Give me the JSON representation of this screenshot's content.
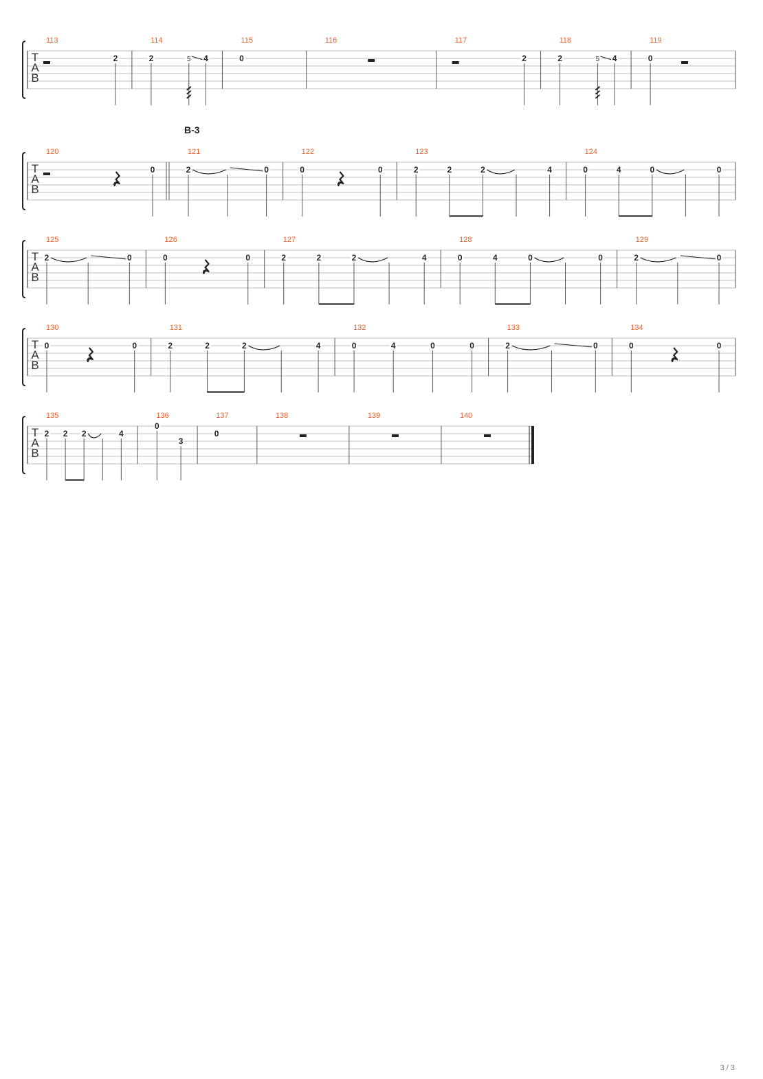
{
  "colors": {
    "measure_number": "#e8612c",
    "staff_line": "#bdbdbd",
    "ink": "#222222",
    "beam": "#666666"
  },
  "clef_letters": [
    "T",
    "A",
    "B"
  ],
  "page_number": "3 / 3",
  "systems": [
    {
      "measures": [
        {
          "number": "113",
          "events": [
            {
              "type": "rest",
              "kind": "half"
            },
            {
              "type": "note",
              "string": 1,
              "fret": "2"
            }
          ]
        },
        {
          "number": "114",
          "events": [
            {
              "type": "note",
              "string": 1,
              "fret": "2"
            },
            {
              "type": "note",
              "string": 1,
              "fret": "5",
              "grace": true,
              "slide_to_next": true,
              "tremolo": true
            },
            {
              "type": "note",
              "string": 1,
              "fret": "4"
            }
          ]
        },
        {
          "number": "115",
          "events": [
            {
              "type": "note",
              "string": 1,
              "fret": "0",
              "nostem": true
            }
          ]
        },
        {
          "number": "116",
          "events": [
            {
              "type": "rest",
              "kind": "whole"
            }
          ]
        },
        {
          "number": "117",
          "events": [
            {
              "type": "rest",
              "kind": "half"
            },
            {
              "type": "note",
              "string": 1,
              "fret": "2"
            }
          ]
        },
        {
          "number": "118",
          "events": [
            {
              "type": "note",
              "string": 1,
              "fret": "2"
            },
            {
              "type": "note",
              "string": 1,
              "fret": "5",
              "grace": true,
              "slide_to_next": true,
              "tremolo": true
            },
            {
              "type": "note",
              "string": 1,
              "fret": "4"
            }
          ]
        },
        {
          "number": "119",
          "events": [
            {
              "type": "note",
              "string": 1,
              "fret": "0"
            },
            {
              "type": "rest",
              "kind": "half"
            }
          ]
        }
      ]
    },
    {
      "section_label": "B-3",
      "measures": [
        {
          "number": "120",
          "end_barline": "double",
          "events": [
            {
              "type": "rest",
              "kind": "half"
            },
            {
              "type": "rest",
              "kind": "quarter"
            },
            {
              "type": "note",
              "string": 1,
              "fret": "0"
            }
          ]
        },
        {
          "number": "121",
          "events": [
            {
              "type": "note",
              "string": 1,
              "fret": "2",
              "tie_to_next": true
            },
            {
              "type": "note",
              "string": 1,
              "fret": "",
              "slide_to_next": true
            },
            {
              "type": "note",
              "string": 1,
              "fret": "0"
            }
          ]
        },
        {
          "number": "122",
          "events": [
            {
              "type": "note",
              "string": 1,
              "fret": "0"
            },
            {
              "type": "rest",
              "kind": "quarter"
            },
            {
              "type": "note",
              "string": 1,
              "fret": "0"
            }
          ]
        },
        {
          "number": "123",
          "events": [
            {
              "type": "note",
              "string": 1,
              "fret": "2"
            },
            {
              "type": "note",
              "string": 1,
              "fret": "2",
              "beam_start": true
            },
            {
              "type": "note",
              "string": 1,
              "fret": "2",
              "beam_end": true,
              "tie_to_next": true
            },
            {
              "type": "note",
              "string": 1,
              "fret": ""
            },
            {
              "type": "note",
              "string": 1,
              "fret": "4"
            }
          ]
        },
        {
          "number": "124",
          "events": [
            {
              "type": "note",
              "string": 1,
              "fret": "0"
            },
            {
              "type": "note",
              "string": 1,
              "fret": "4",
              "beam_start": true
            },
            {
              "type": "note",
              "string": 1,
              "fret": "0",
              "beam_end": true,
              "tie_to_next": true
            },
            {
              "type": "note",
              "string": 1,
              "fret": ""
            },
            {
              "type": "note",
              "string": 1,
              "fret": "0"
            }
          ]
        }
      ]
    },
    {
      "measures": [
        {
          "number": "125",
          "events": [
            {
              "type": "note",
              "string": 1,
              "fret": "2",
              "tie_to_next": true
            },
            {
              "type": "note",
              "string": 1,
              "fret": "",
              "slide_to_next": true
            },
            {
              "type": "note",
              "string": 1,
              "fret": "0"
            }
          ]
        },
        {
          "number": "126",
          "events": [
            {
              "type": "note",
              "string": 1,
              "fret": "0"
            },
            {
              "type": "rest",
              "kind": "quarter"
            },
            {
              "type": "note",
              "string": 1,
              "fret": "0"
            }
          ]
        },
        {
          "number": "127",
          "events": [
            {
              "type": "note",
              "string": 1,
              "fret": "2"
            },
            {
              "type": "note",
              "string": 1,
              "fret": "2",
              "beam_start": true
            },
            {
              "type": "note",
              "string": 1,
              "fret": "2",
              "beam_end": true,
              "tie_to_next": true
            },
            {
              "type": "note",
              "string": 1,
              "fret": ""
            },
            {
              "type": "note",
              "string": 1,
              "fret": "4"
            }
          ]
        },
        {
          "number": "128",
          "events": [
            {
              "type": "note",
              "string": 1,
              "fret": "0"
            },
            {
              "type": "note",
              "string": 1,
              "fret": "4",
              "beam_start": true
            },
            {
              "type": "note",
              "string": 1,
              "fret": "0",
              "beam_end": true,
              "tie_to_next": true
            },
            {
              "type": "note",
              "string": 1,
              "fret": ""
            },
            {
              "type": "note",
              "string": 1,
              "fret": "0"
            }
          ]
        },
        {
          "number": "129",
          "events": [
            {
              "type": "note",
              "string": 1,
              "fret": "2",
              "tie_to_next": true
            },
            {
              "type": "note",
              "string": 1,
              "fret": "",
              "slide_to_next": true
            },
            {
              "type": "note",
              "string": 1,
              "fret": "0"
            }
          ]
        }
      ]
    },
    {
      "measures": [
        {
          "number": "130",
          "events": [
            {
              "type": "note",
              "string": 1,
              "fret": "0"
            },
            {
              "type": "rest",
              "kind": "quarter"
            },
            {
              "type": "note",
              "string": 1,
              "fret": "0"
            }
          ]
        },
        {
          "number": "131",
          "events": [
            {
              "type": "note",
              "string": 1,
              "fret": "2"
            },
            {
              "type": "note",
              "string": 1,
              "fret": "2",
              "beam_start": true
            },
            {
              "type": "note",
              "string": 1,
              "fret": "2",
              "beam_end": true,
              "tie_to_next": true
            },
            {
              "type": "note",
              "string": 1,
              "fret": ""
            },
            {
              "type": "note",
              "string": 1,
              "fret": "4"
            }
          ]
        },
        {
          "number": "132",
          "events": [
            {
              "type": "note",
              "string": 1,
              "fret": "0"
            },
            {
              "type": "note",
              "string": 1,
              "fret": "4"
            },
            {
              "type": "note",
              "string": 1,
              "fret": "0"
            },
            {
              "type": "note",
              "string": 1,
              "fret": "0"
            }
          ]
        },
        {
          "number": "133",
          "events": [
            {
              "type": "note",
              "string": 1,
              "fret": "2",
              "tie_to_next": true
            },
            {
              "type": "note",
              "string": 1,
              "fret": "",
              "slide_to_next": true
            },
            {
              "type": "note",
              "string": 1,
              "fret": "0"
            }
          ]
        },
        {
          "number": "134",
          "events": [
            {
              "type": "note",
              "string": 1,
              "fret": "0"
            },
            {
              "type": "rest",
              "kind": "quarter"
            },
            {
              "type": "note",
              "string": 1,
              "fret": "0"
            }
          ]
        }
      ]
    },
    {
      "partial": true,
      "measures": [
        {
          "number": "135",
          "events": [
            {
              "type": "note",
              "string": 1,
              "fret": "2"
            },
            {
              "type": "note",
              "string": 1,
              "fret": "2",
              "beam_start": true
            },
            {
              "type": "note",
              "string": 1,
              "fret": "2",
              "beam_end": true,
              "tie_to_next": true
            },
            {
              "type": "note",
              "string": 1,
              "fret": ""
            },
            {
              "type": "note",
              "string": 1,
              "fret": "4"
            }
          ]
        },
        {
          "number": "136",
          "events": [
            {
              "type": "note",
              "string": 0,
              "fret": "0"
            },
            {
              "type": "note",
              "string": 2,
              "fret": "3"
            }
          ]
        },
        {
          "number": "137",
          "events": [
            {
              "type": "note",
              "string": 1,
              "fret": "0",
              "nostem": true
            }
          ]
        },
        {
          "number": "138",
          "events": [
            {
              "type": "rest",
              "kind": "whole"
            }
          ]
        },
        {
          "number": "139",
          "events": [
            {
              "type": "rest",
              "kind": "whole"
            }
          ]
        },
        {
          "number": "140",
          "end_barline": "final",
          "events": [
            {
              "type": "rest",
              "kind": "whole"
            }
          ]
        }
      ]
    }
  ]
}
